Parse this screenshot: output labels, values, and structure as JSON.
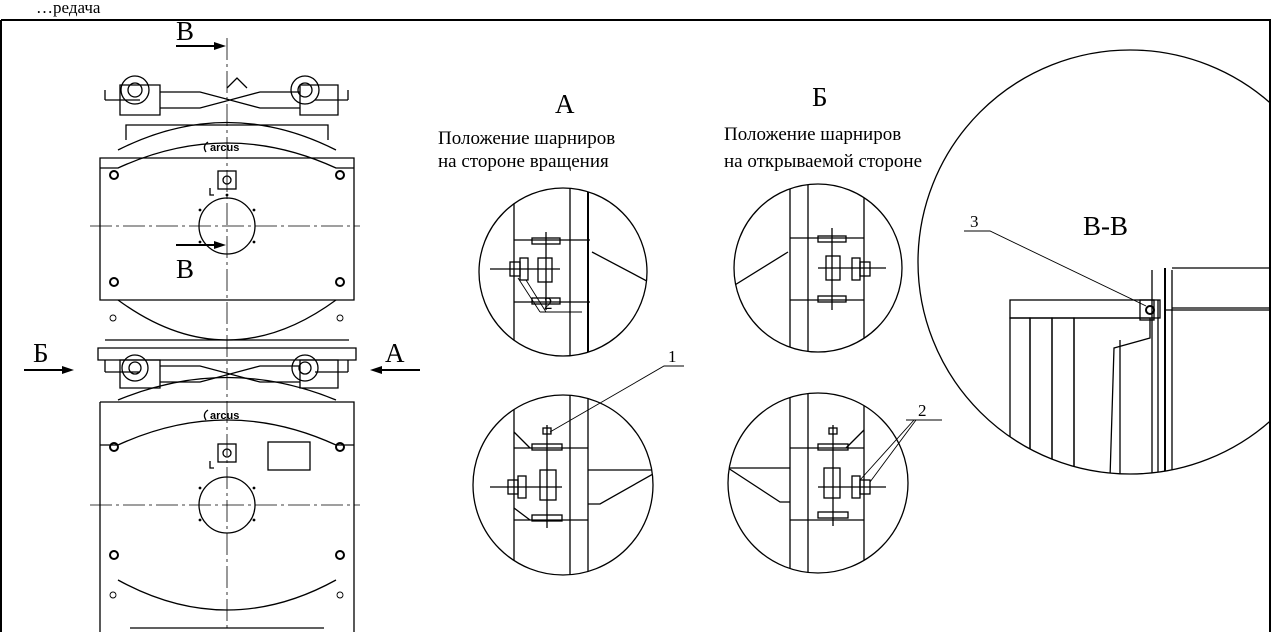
{
  "header_fragment": "…редача",
  "section_marks": {
    "b": "Б",
    "a": "А",
    "v_top": "В",
    "v_bottom": "В"
  },
  "views": {
    "a": {
      "title": "А",
      "caption_line1": "Положение шарниров",
      "caption_line2": "на стороне вращения"
    },
    "b": {
      "title": "Б",
      "caption_line1": "Положение шарниров",
      "caption_line2": "на открываемой стороне"
    },
    "vv": {
      "title": "В-В"
    }
  },
  "callouts": {
    "hinge_pin": "1",
    "nuts_a": "2",
    "nuts_b": "2",
    "seal": "3"
  },
  "logo_text": "arcus"
}
